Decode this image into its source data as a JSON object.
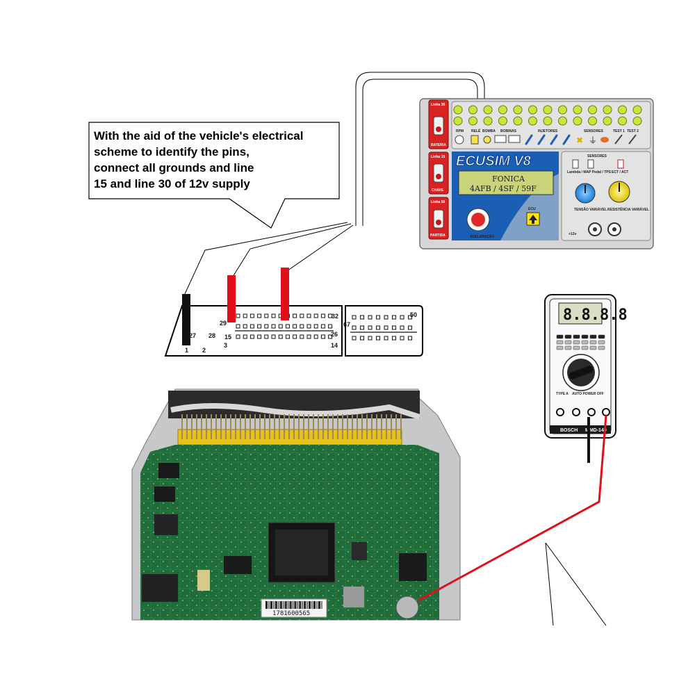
{
  "callout": {
    "lines": [
      "With the aid of the vehicle's electrical",
      "scheme to identify the pins,",
      "connect all grounds and line",
      "15 and line 30 of 12v supply"
    ]
  },
  "simulator": {
    "left_blocks": [
      {
        "top": "Linha 30",
        "bottom": "BATERIA"
      },
      {
        "top": "Linha 15",
        "bottom": "CHAVE"
      },
      {
        "top": "Linha 50",
        "bottom": "PARTIDA"
      }
    ],
    "top_labels": [
      "RPM",
      "RELÉ",
      "BOMBA",
      "BOBINAS",
      "INJETORES",
      "SENSORES",
      "TEST 1",
      "TEST 2"
    ],
    "logo": "ECUSIM V8",
    "lcd_line1": "FONICA",
    "lcd_line2": "4AFB / 4SF / 59F",
    "ecu_label": "ECU",
    "knob_left_label": "ACELERAÇÃO",
    "sensors_header": "SENSORES",
    "sensor_labels": [
      "Lambda / MAP Pedal / TPS",
      "ECT / ACT"
    ],
    "tension_label": "TENSÃO VARIÁVEL",
    "resistance_label": "RESISTÊNCIA VARIÁVEL",
    "plus12_label": "+12v"
  },
  "connector": {
    "pins": [
      "29",
      "32",
      "67",
      "27",
      "28",
      "15",
      "26",
      "1",
      "2",
      "3",
      "14",
      "50"
    ]
  },
  "multimeter": {
    "display": "8.8.8.8",
    "brand": "BOSCH",
    "model": "MMD-140",
    "type_label": "TYPE A",
    "auto_label": "AUTO POWER OFF"
  },
  "ecu_board": {
    "barcode_number": "1781600565"
  },
  "colors": {
    "positive_wire": "#e0101a",
    "ground_wire": "#111111",
    "panel_blue": "#1a5fb4",
    "panel_gray": "#d9d9d9",
    "led_green": "#c8e63c",
    "pcb_green": "#1f6b3a",
    "connector_yellow": "#e8c21a"
  }
}
